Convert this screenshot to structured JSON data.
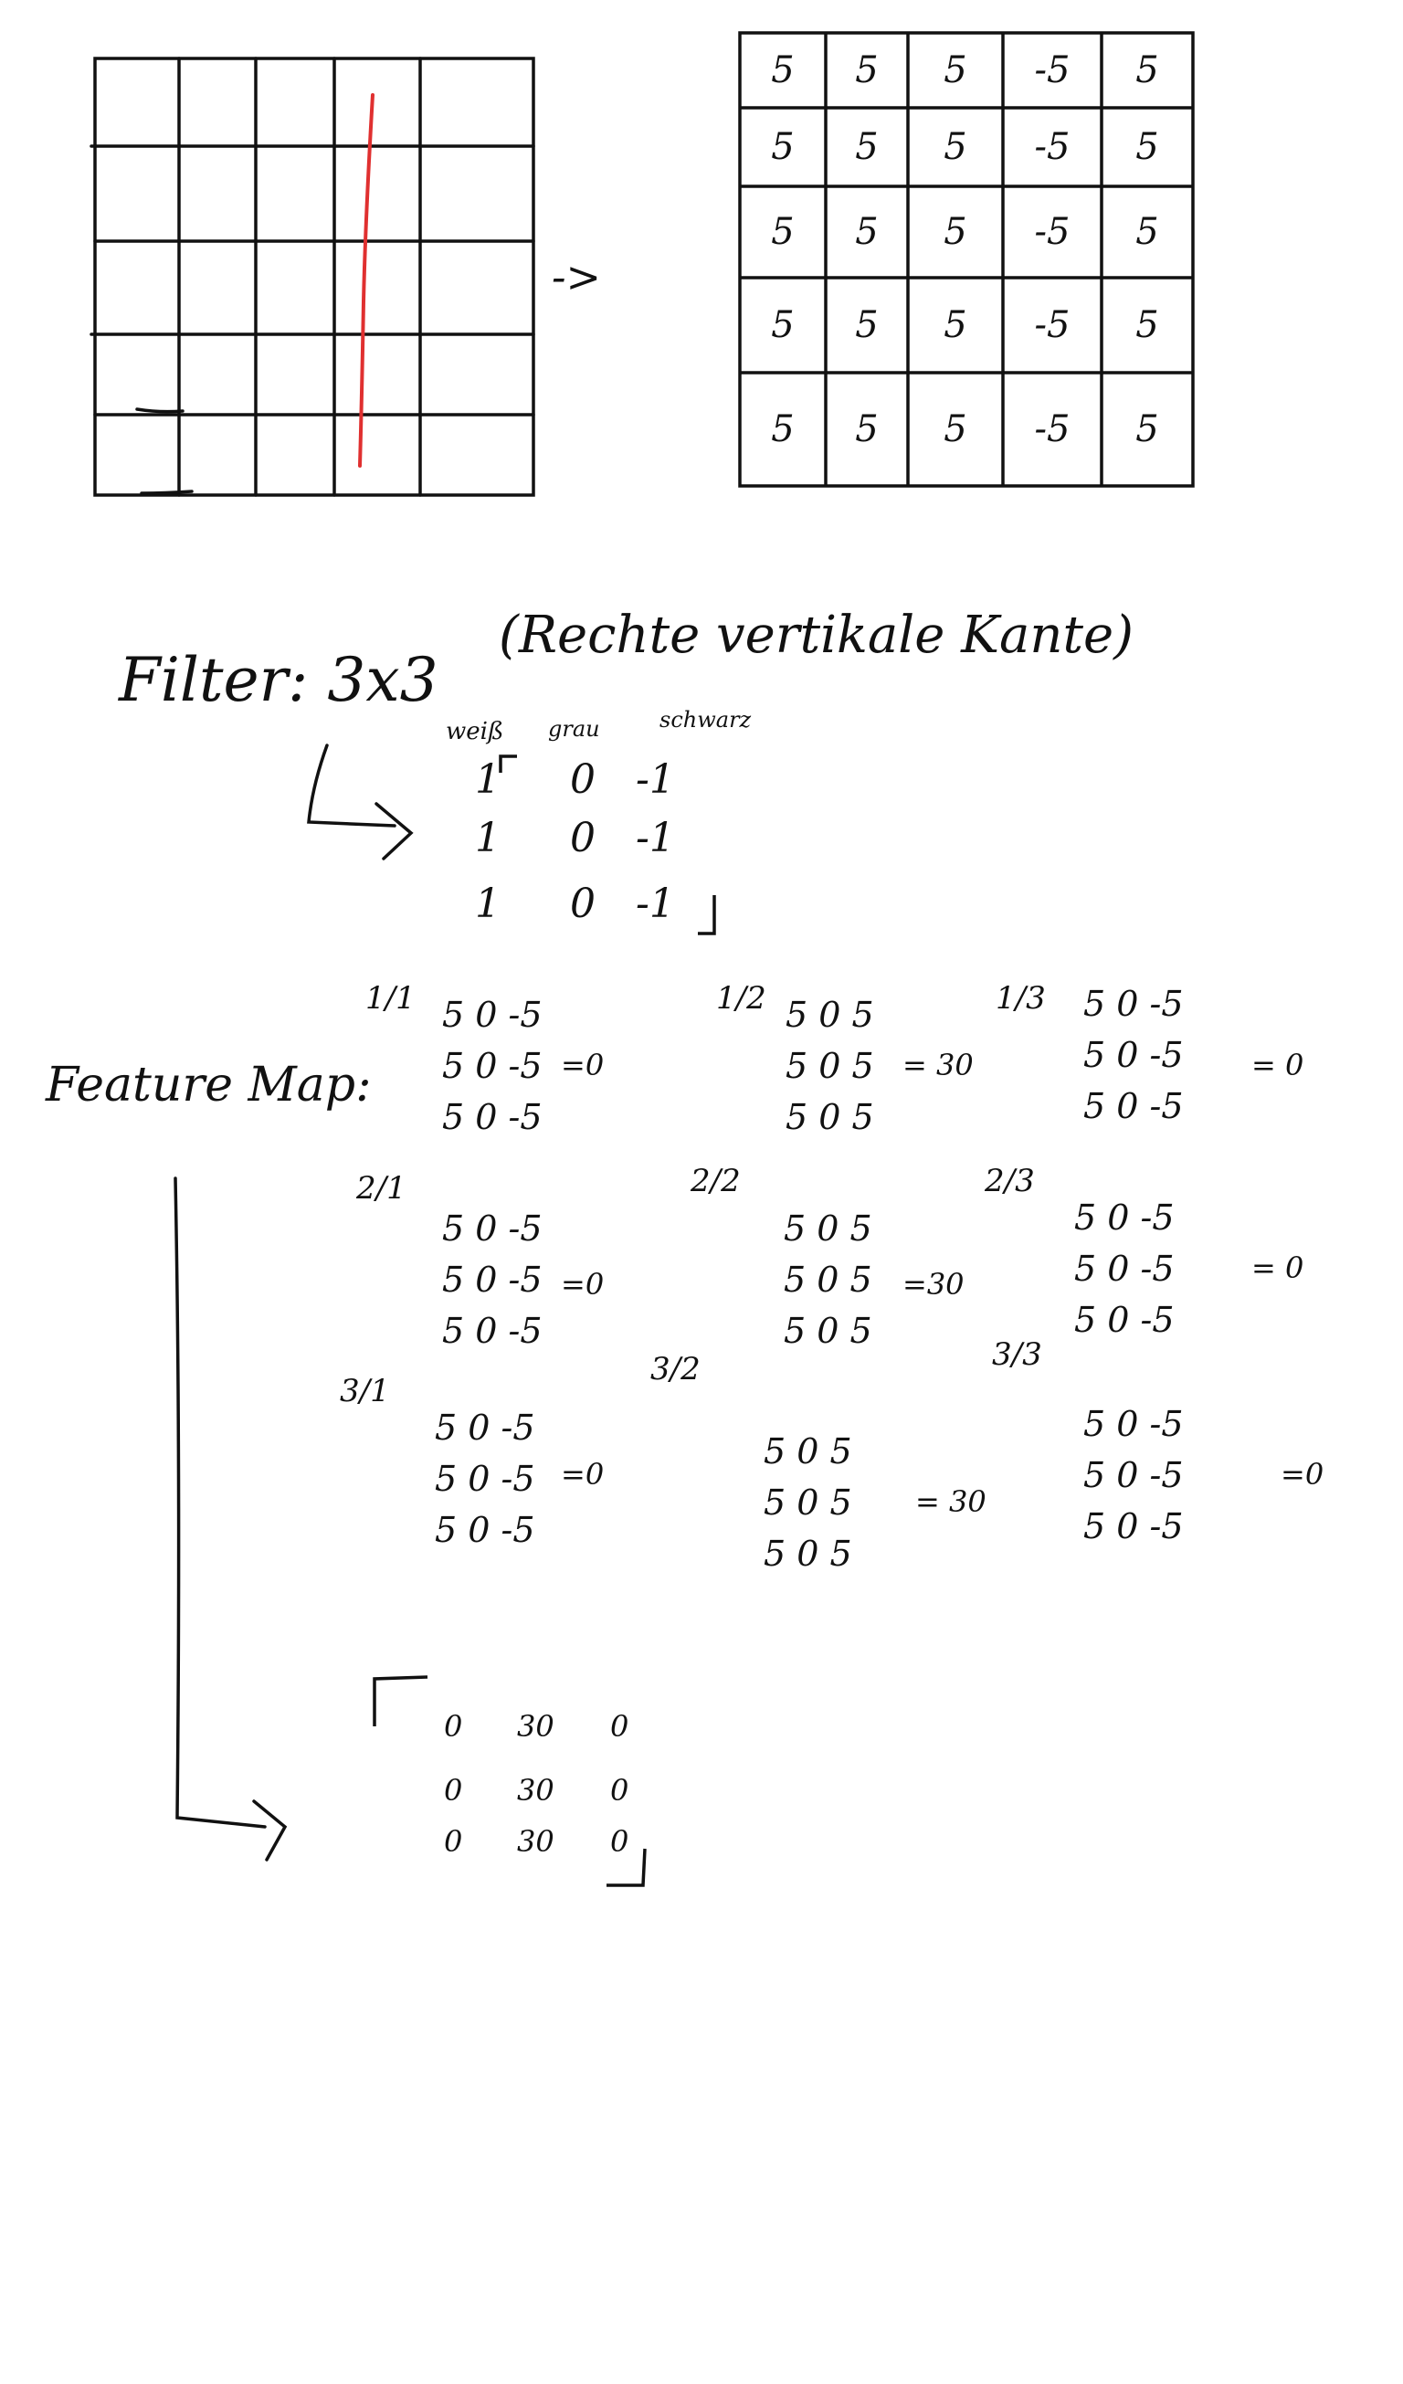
{
  "input_image": {
    "rows": [
      [
        "5",
        "5",
        "5",
        "-5",
        "5"
      ],
      [
        "5",
        "5",
        "5",
        "-5",
        "5"
      ],
      [
        "5",
        "5",
        "5",
        "-5",
        "5"
      ],
      [
        "5",
        "5",
        "5",
        "-5",
        "5"
      ],
      [
        "5",
        "5",
        "5",
        "-5",
        "5"
      ]
    ],
    "arrow": "->"
  },
  "filter": {
    "heading": "Filter: 3x3",
    "description": "(Rechte vertikale Kante)",
    "column_labels": [
      "weiß",
      "grau",
      "schwarz"
    ],
    "matrix": [
      [
        "1",
        "0",
        "-1"
      ],
      [
        "1",
        "0",
        "-1"
      ],
      [
        "1",
        "0",
        "-1"
      ]
    ]
  },
  "feature_map": {
    "heading": "Feature Map:",
    "blocks": [
      {
        "label": "1/1",
        "rows": [
          "5 0 -5",
          "5 0 -5",
          "5 0 -5"
        ],
        "result": "=0"
      },
      {
        "label": "1/2",
        "rows": [
          "5 0 5",
          "5 0 5",
          "5 0 5"
        ],
        "result": "= 30"
      },
      {
        "label": "1/3",
        "rows": [
          "5 0 -5",
          "5 0 -5",
          "5 0 -5"
        ],
        "result": "= 0"
      },
      {
        "label": "2/1",
        "rows": [
          "5 0 -5",
          "5 0 -5",
          "5 0 -5"
        ],
        "result": "=0"
      },
      {
        "label": "2/2",
        "rows": [
          "5 0 5",
          "5 0 5",
          "5 0 5"
        ],
        "result": "=30"
      },
      {
        "label": "2/3",
        "rows": [
          "5 0 -5",
          "5 0 -5",
          "5 0 -5"
        ],
        "result": "= 0"
      },
      {
        "label": "3/1",
        "rows": [
          "5 0 -5",
          "5 0 -5",
          "5 0 -5"
        ],
        "result": "=0"
      },
      {
        "label": "3/2",
        "rows": [
          "5 0 5",
          "5 0 5",
          "5 0 5"
        ],
        "result": "= 30"
      },
      {
        "label": "3/3",
        "rows": [
          "5 0 -5",
          "5 0 -5",
          "5 0 -5"
        ],
        "result": "=0"
      }
    ],
    "result_matrix": [
      [
        "0",
        "30",
        "0"
      ],
      [
        "0",
        "30",
        "0"
      ],
      [
        "0",
        "30",
        "0"
      ]
    ]
  }
}
